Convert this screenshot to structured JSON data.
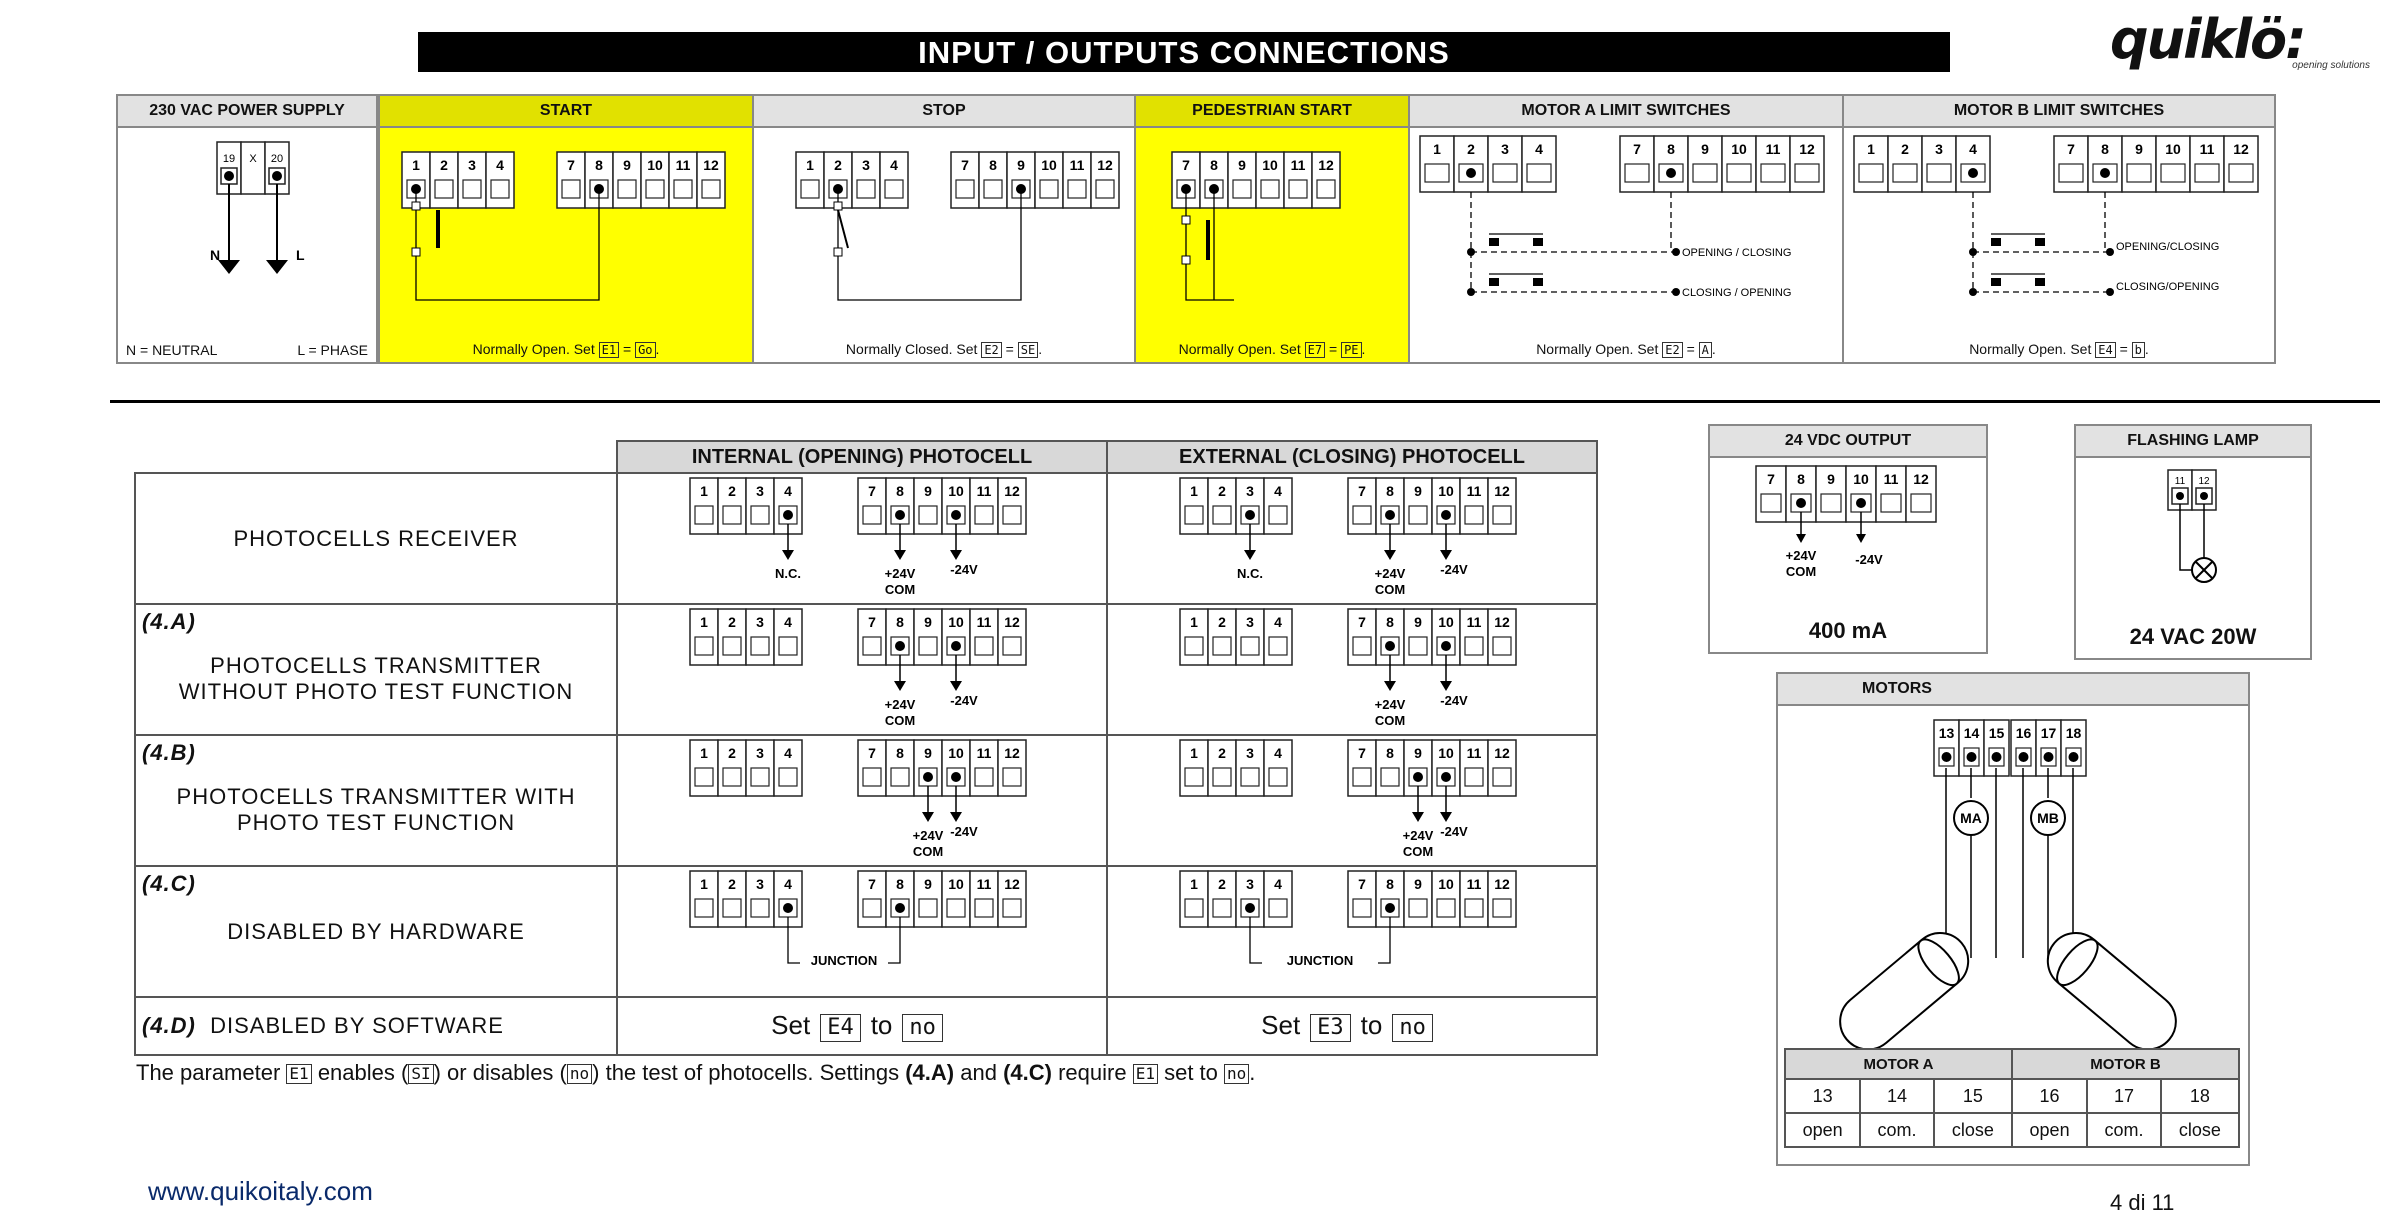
{
  "header": {
    "title": "INPUT / OUTPUTS CONNECTIONS",
    "logo": "quiklö:",
    "logo_tag": "opening solutions"
  },
  "top_panels": [
    {
      "title": "230 VAC POWER SUPPLY",
      "terminals": [
        "19",
        "X",
        "20"
      ],
      "labels": [
        "N",
        "L"
      ],
      "footer_left": "N = NEUTRAL",
      "footer_right": "L = PHASE"
    },
    {
      "title": "START",
      "footer_text": "Normally Open. Set",
      "footer_param": "E1",
      "footer_value": "Go"
    },
    {
      "title": "STOP",
      "footer_text": "Normally Closed. Set",
      "footer_param": "E2",
      "footer_value": "SE"
    },
    {
      "title": "PEDESTRIAN START",
      "footer_text": "Normally Open. Set",
      "footer_param": "E7",
      "footer_value": "PE"
    },
    {
      "title": "MOTOR A LIMIT SWITCHES",
      "label1": "OPENING / CLOSING",
      "label2": "CLOSING / OPENING",
      "footer_text": "Normally Open. Set",
      "footer_param": "E2",
      "footer_value": "A"
    },
    {
      "title": "MOTOR B LIMIT SWITCHES",
      "label1": "OPENING/CLOSING",
      "label2": "CLOSING/OPENING",
      "footer_text": "Normally Open. Set",
      "footer_param": "E4",
      "footer_value": "b"
    }
  ],
  "terminals_left": [
    "1",
    "2",
    "3",
    "4"
  ],
  "terminals_right": [
    "7",
    "8",
    "9",
    "10",
    "11",
    "12"
  ],
  "photocells": {
    "col_internal": "INTERNAL (OPENING) PHOTOCELL",
    "col_external": "EXTERNAL (CLOSING) PHOTOCELL",
    "rows": [
      {
        "code": "",
        "label1": "PHOTOCELLS RECEIVER",
        "label2": ""
      },
      {
        "code": "(4.A)",
        "label1": "PHOTOCELLS TRANSMITTER",
        "label2": "WITHOUT PHOTO TEST FUNCTION"
      },
      {
        "code": "(4.B)",
        "label1": "PHOTOCELLS TRANSMITTER WITH",
        "label2": "PHOTO TEST FUNCTION"
      },
      {
        "code": "(4.C)",
        "label1": "DISABLED BY HARDWARE",
        "label2": ""
      },
      {
        "code": "(4.D)",
        "label1": "DISABLED BY SOFTWARE",
        "label2": ""
      }
    ],
    "nc": "N.C.",
    "plus": "+24V",
    "com": "COM",
    "minus": "-24V",
    "junction": "JUNCTION",
    "set_word": "Set",
    "to_word": "to",
    "set_internal_param": "E4",
    "set_external_param": "E3",
    "set_value": "no"
  },
  "note": {
    "p1": "The parameter",
    "param": "E1",
    "p2": "enables (",
    "enable_val": "SI",
    "p3": ") or disables (",
    "disable_val": "no",
    "p4": ") the test of photocells. Settings",
    "s1": "(4.A)",
    "p5": "and",
    "s2": "(4.C)",
    "p6": "require",
    "p7": "set to",
    "final_val": "no",
    "p8": "."
  },
  "vdc": {
    "title": "24 VDC OUTPUT",
    "terminals": [
      "7",
      "8",
      "9",
      "10",
      "11",
      "12"
    ],
    "plus": "+24V",
    "com": "COM",
    "minus": "-24V",
    "rating": "400 mA"
  },
  "lamp": {
    "title": "FLASHING LAMP",
    "terminals": [
      "11",
      "12"
    ],
    "rating": "24 VAC 20W"
  },
  "motors": {
    "title": "MOTORS",
    "terminals": [
      "13",
      "14",
      "15",
      "16",
      "17",
      "18"
    ],
    "ma": "MA",
    "mb": "MB",
    "table_head": [
      "MOTOR A",
      "MOTOR B"
    ],
    "numbers": [
      "13",
      "14",
      "15",
      "16",
      "17",
      "18"
    ],
    "roles": [
      "open",
      "com.",
      "close",
      "open",
      "com.",
      "close"
    ]
  },
  "footer": {
    "url": "www.quikoitaly.com",
    "page": "4 di 11"
  }
}
